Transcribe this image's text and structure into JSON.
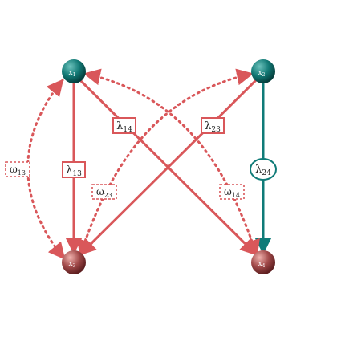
{
  "colors": {
    "red": "#d9575a",
    "teal": "#0f7b78",
    "node_teal_light": "#5fb5b0",
    "node_teal_dark": "#0a4a48",
    "node_red_light": "#e7a3a1",
    "node_red_dark": "#6f2a2a",
    "node_text": "#ffffff",
    "label_bg": "#ffffff"
  },
  "nodes": [
    {
      "id": "x1",
      "label": "x",
      "sub": "1",
      "style": "teal"
    },
    {
      "id": "x2",
      "label": "x",
      "sub": "2",
      "style": "teal"
    },
    {
      "id": "x3",
      "label": "x",
      "sub": "3",
      "style": "red"
    },
    {
      "id": "x4",
      "label": "x",
      "sub": "4",
      "style": "red"
    }
  ],
  "edges": [
    {
      "id": "lambda13",
      "from": "x1",
      "to": "x3",
      "greek": "λ",
      "sub": "13",
      "color": "red",
      "line": "solid",
      "box": "rect",
      "directed": true
    },
    {
      "id": "lambda14",
      "from": "x1",
      "to": "x4",
      "greek": "λ",
      "sub": "14",
      "color": "red",
      "line": "solid",
      "box": "rect",
      "directed": true
    },
    {
      "id": "lambda23",
      "from": "x2",
      "to": "x3",
      "greek": "λ",
      "sub": "23",
      "color": "red",
      "line": "solid",
      "box": "rect",
      "directed": true
    },
    {
      "id": "lambda24",
      "from": "x2",
      "to": "x4",
      "greek": "λ",
      "sub": "24",
      "color": "teal",
      "line": "solid",
      "box": "ellipse",
      "directed": true
    },
    {
      "id": "omega13",
      "from": "x1",
      "to": "x3",
      "greek": "ω",
      "sub": "13",
      "color": "red",
      "line": "dotted",
      "box": "dashed-rect",
      "directed": "both"
    },
    {
      "id": "omega14",
      "from": "x1",
      "to": "x4",
      "greek": "ω",
      "sub": "14",
      "color": "red",
      "line": "dotted",
      "box": "dashed-rect",
      "directed": "both"
    },
    {
      "id": "omega23",
      "from": "x2",
      "to": "x3",
      "greek": "ω",
      "sub": "23",
      "color": "red",
      "line": "dotted",
      "box": "dashed-rect",
      "directed": "both"
    }
  ]
}
